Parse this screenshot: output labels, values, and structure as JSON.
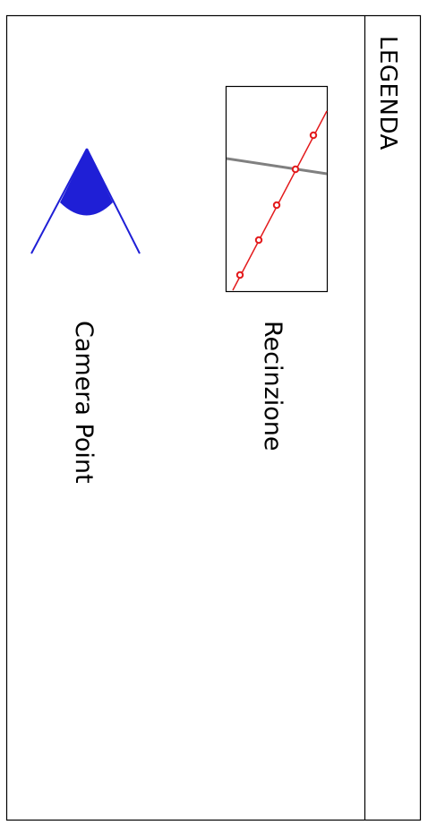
{
  "legend": {
    "title": "LEGENDA",
    "items": [
      {
        "label": "Recinzione",
        "icon": "fence-line-icon",
        "line_color": "#e31a1c",
        "crossing_line_color": "#808080"
      },
      {
        "label": "Camera Point",
        "icon": "camera-field-of-view-icon",
        "color": "#1f1fd6"
      }
    ]
  }
}
